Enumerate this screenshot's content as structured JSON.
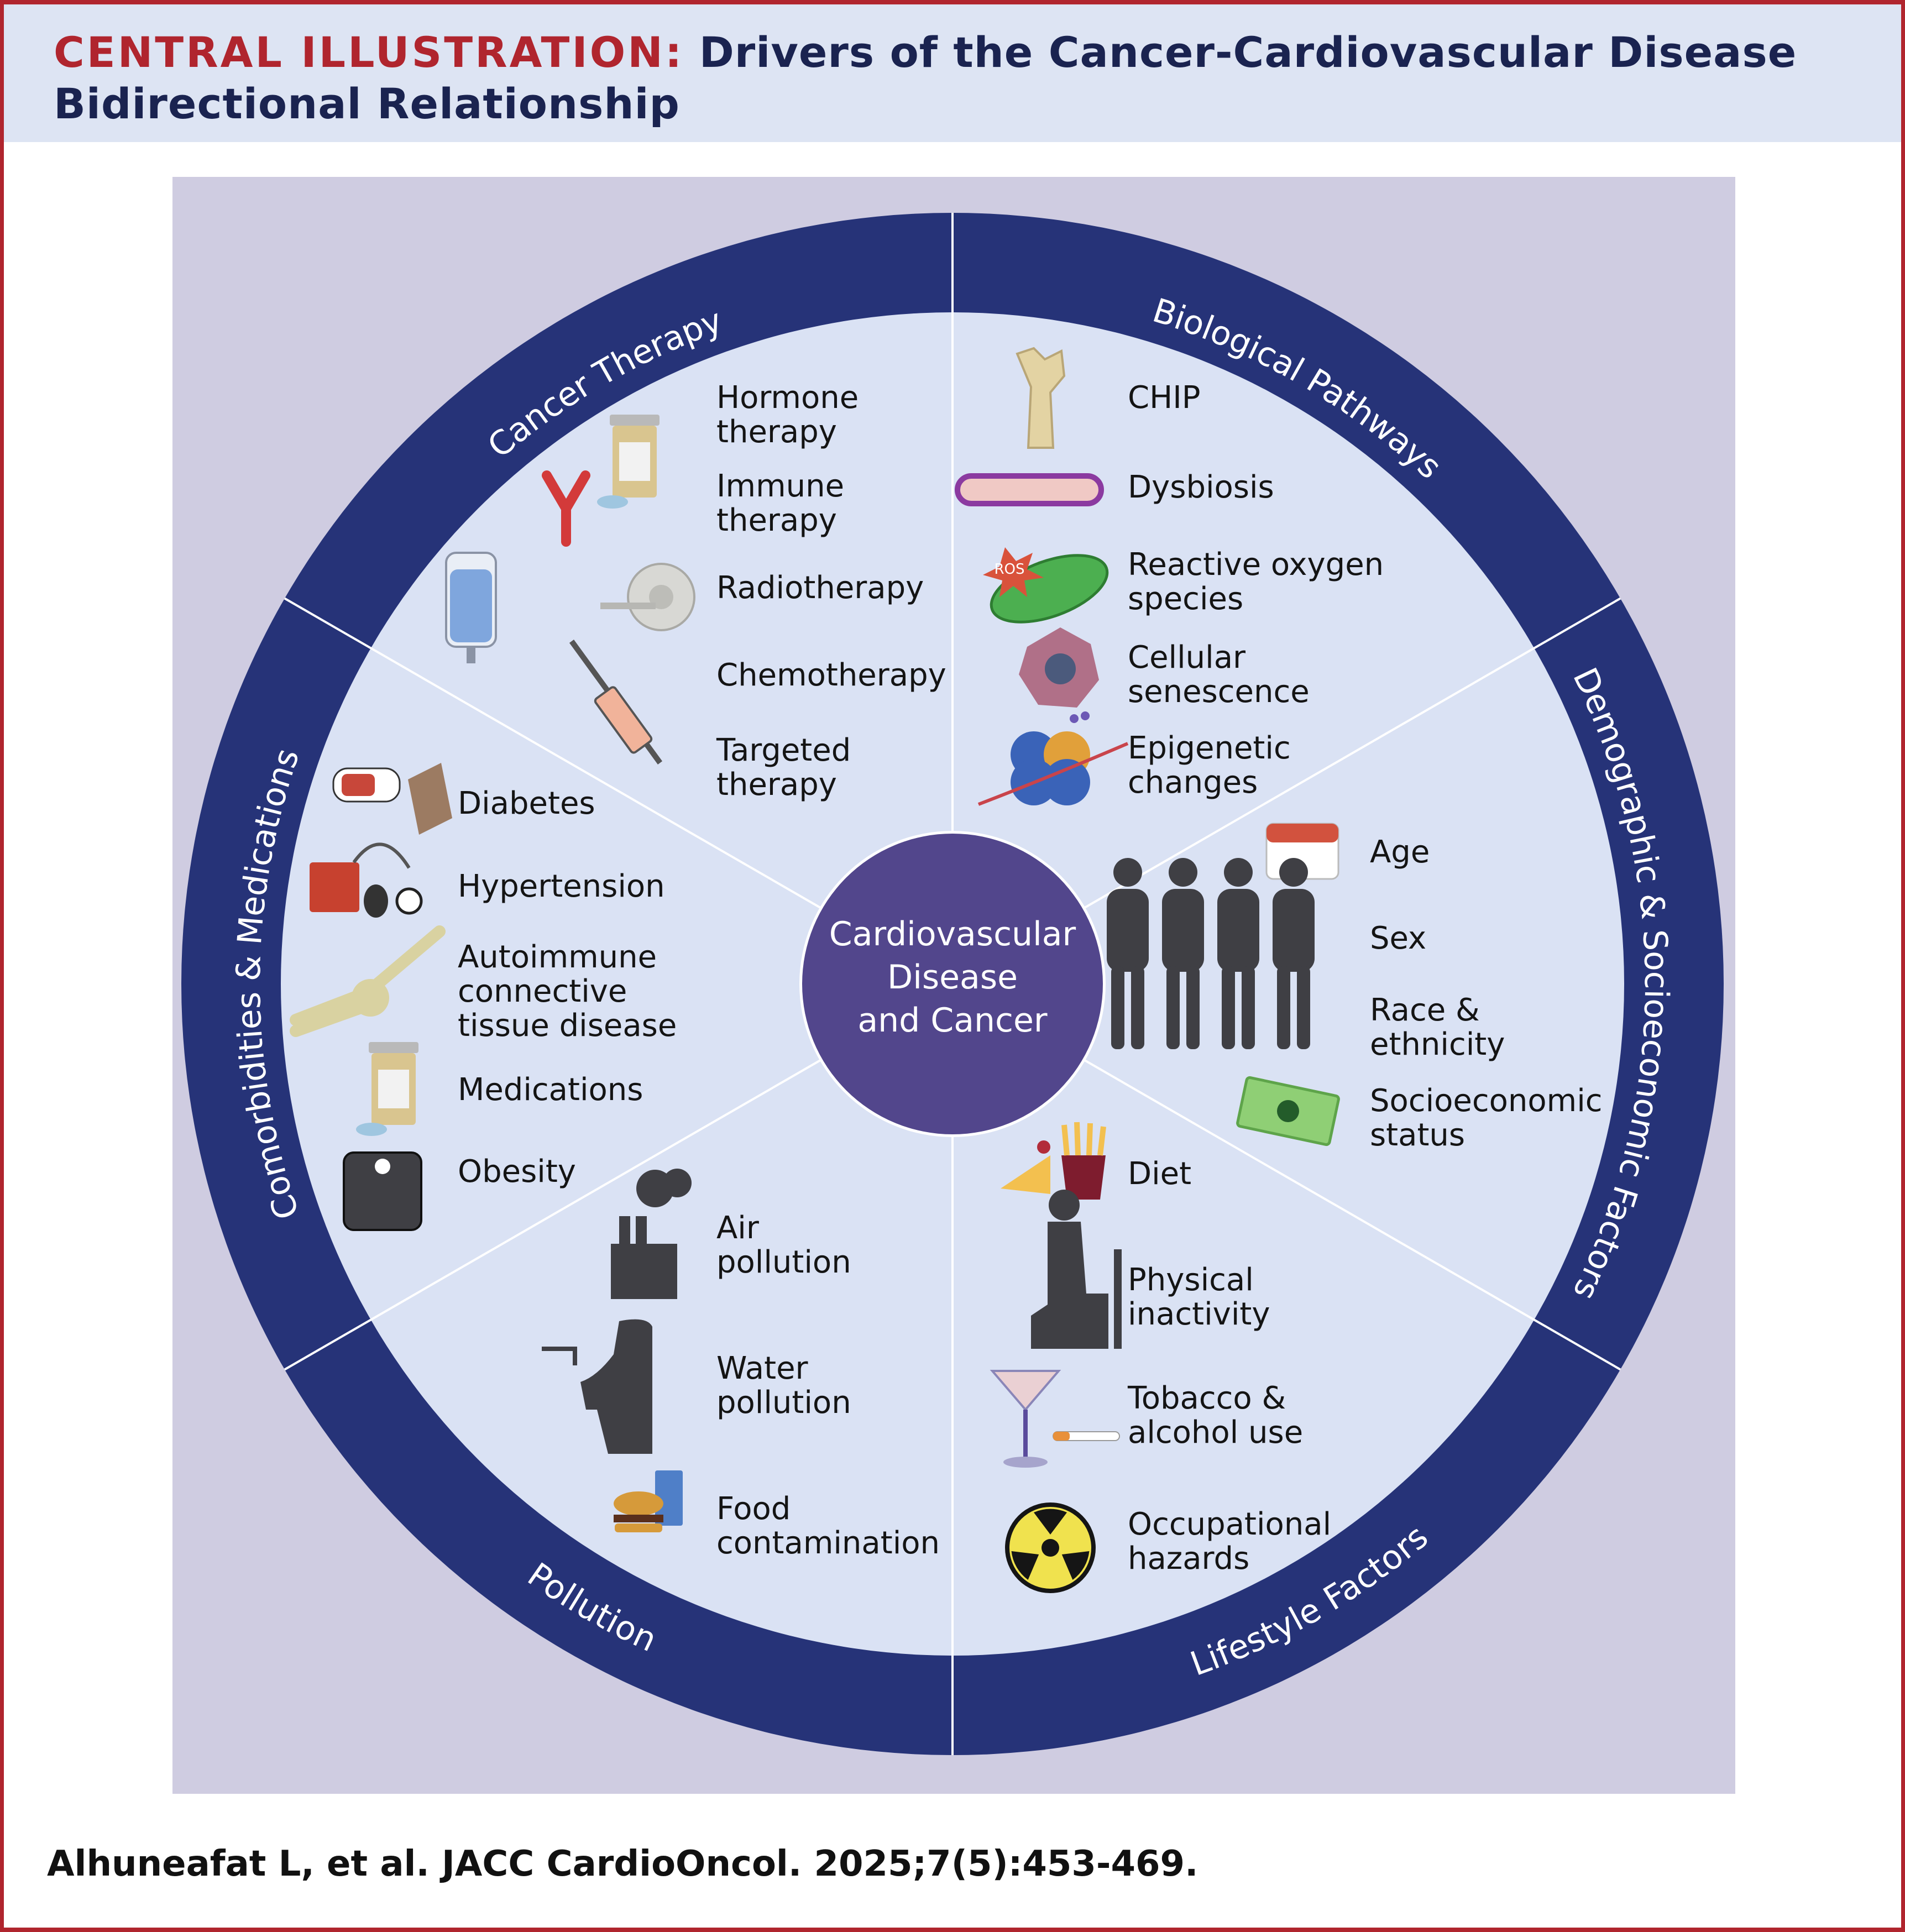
{
  "header": {
    "lead": "CENTRAL ILLUSTRATION:",
    "title_line1": "Drivers of the Cancer-Cardiovascular Disease",
    "title_line2": "Bidirectional Relationship"
  },
  "colors": {
    "frame": "#b0252e",
    "header_bg": "#dde4f3",
    "title_text": "#1a2350",
    "panel_bg": "#cfcce1",
    "ring": "#263378",
    "disc": "#dae2f4",
    "center": "#52468c"
  },
  "center": {
    "lines": [
      "Cardiovascular",
      "Disease",
      "and Cancer"
    ]
  },
  "sectors": [
    {
      "name": "Cancer Therapy",
      "items": [
        {
          "label": [
            "Hormone",
            "therapy"
          ],
          "icon": "pill-bottle-icon"
        },
        {
          "label": [
            "Immune",
            "therapy"
          ],
          "icon": "antibody-icon"
        },
        {
          "label": [
            "Radiotherapy"
          ],
          "icon": "radiotherapy-machine-icon"
        },
        {
          "label": [
            "Chemotherapy"
          ],
          "icon": "iv-bag-icon"
        },
        {
          "label": [
            "Targeted",
            "therapy"
          ],
          "icon": "syringe-icon"
        }
      ]
    },
    {
      "name": "Biological Pathways",
      "items": [
        {
          "label": [
            "CHIP"
          ],
          "icon": "bone-marrow-icon"
        },
        {
          "label": [
            "Dysbiosis"
          ],
          "icon": "bacterium-icon"
        },
        {
          "label": [
            "Reactive oxygen",
            "species"
          ],
          "icon": "mitochondrion-ros-icon",
          "badge": "ROS"
        },
        {
          "label": [
            "Cellular",
            "senescence"
          ],
          "icon": "senescent-cell-icon"
        },
        {
          "label": [
            "Epigenetic",
            "changes"
          ],
          "icon": "nucleosome-icon"
        }
      ]
    },
    {
      "name": "Demographic & Socioeconomic Factors",
      "items": [
        {
          "label": [
            "Age"
          ],
          "icon": "calendar-icon"
        },
        {
          "label": [
            "Sex"
          ],
          "icon": "people-silhouettes-icon"
        },
        {
          "label": [
            "Race &",
            "ethnicity"
          ],
          "icon": "people-silhouettes-icon"
        },
        {
          "label": [
            "Socioeconomic",
            "status"
          ],
          "icon": "money-icon"
        }
      ]
    },
    {
      "name": "Lifestyle Factors",
      "items": [
        {
          "label": [
            "Diet"
          ],
          "icon": "cake-fries-icon"
        },
        {
          "label": [
            "Physical",
            "inactivity"
          ],
          "icon": "seated-person-icon"
        },
        {
          "label": [
            "Tobacco &",
            "alcohol use"
          ],
          "icon": "cocktail-cigarette-icon"
        },
        {
          "label": [
            "Occupational",
            "hazards"
          ],
          "icon": "radiation-hazard-icon"
        }
      ]
    },
    {
      "name": "Pollution",
      "items": [
        {
          "label": [
            "Air",
            "pollution"
          ],
          "icon": "factory-smoke-icon"
        },
        {
          "label": [
            "Water",
            "pollution"
          ],
          "icon": "person-drinking-tap-water-icon"
        },
        {
          "label": [
            "Food",
            "contamination"
          ],
          "icon": "burger-drink-icon"
        }
      ]
    },
    {
      "name": "Comorbidities & Medications",
      "items": [
        {
          "label": [
            "Diabetes"
          ],
          "icon": "glucose-meter-icon"
        },
        {
          "label": [
            "Hypertension"
          ],
          "icon": "blood-pressure-cuff-icon"
        },
        {
          "label": [
            "Autoimmune",
            "connective",
            "tissue disease"
          ],
          "icon": "joint-bones-icon"
        },
        {
          "label": [
            "Medications"
          ],
          "icon": "pill-bottle-icon"
        },
        {
          "label": [
            "Obesity"
          ],
          "icon": "scale-icon"
        }
      ]
    }
  ],
  "citation": "Alhuneafat L, et al. JACC CardioOncol. 2025;7(5):453-469."
}
